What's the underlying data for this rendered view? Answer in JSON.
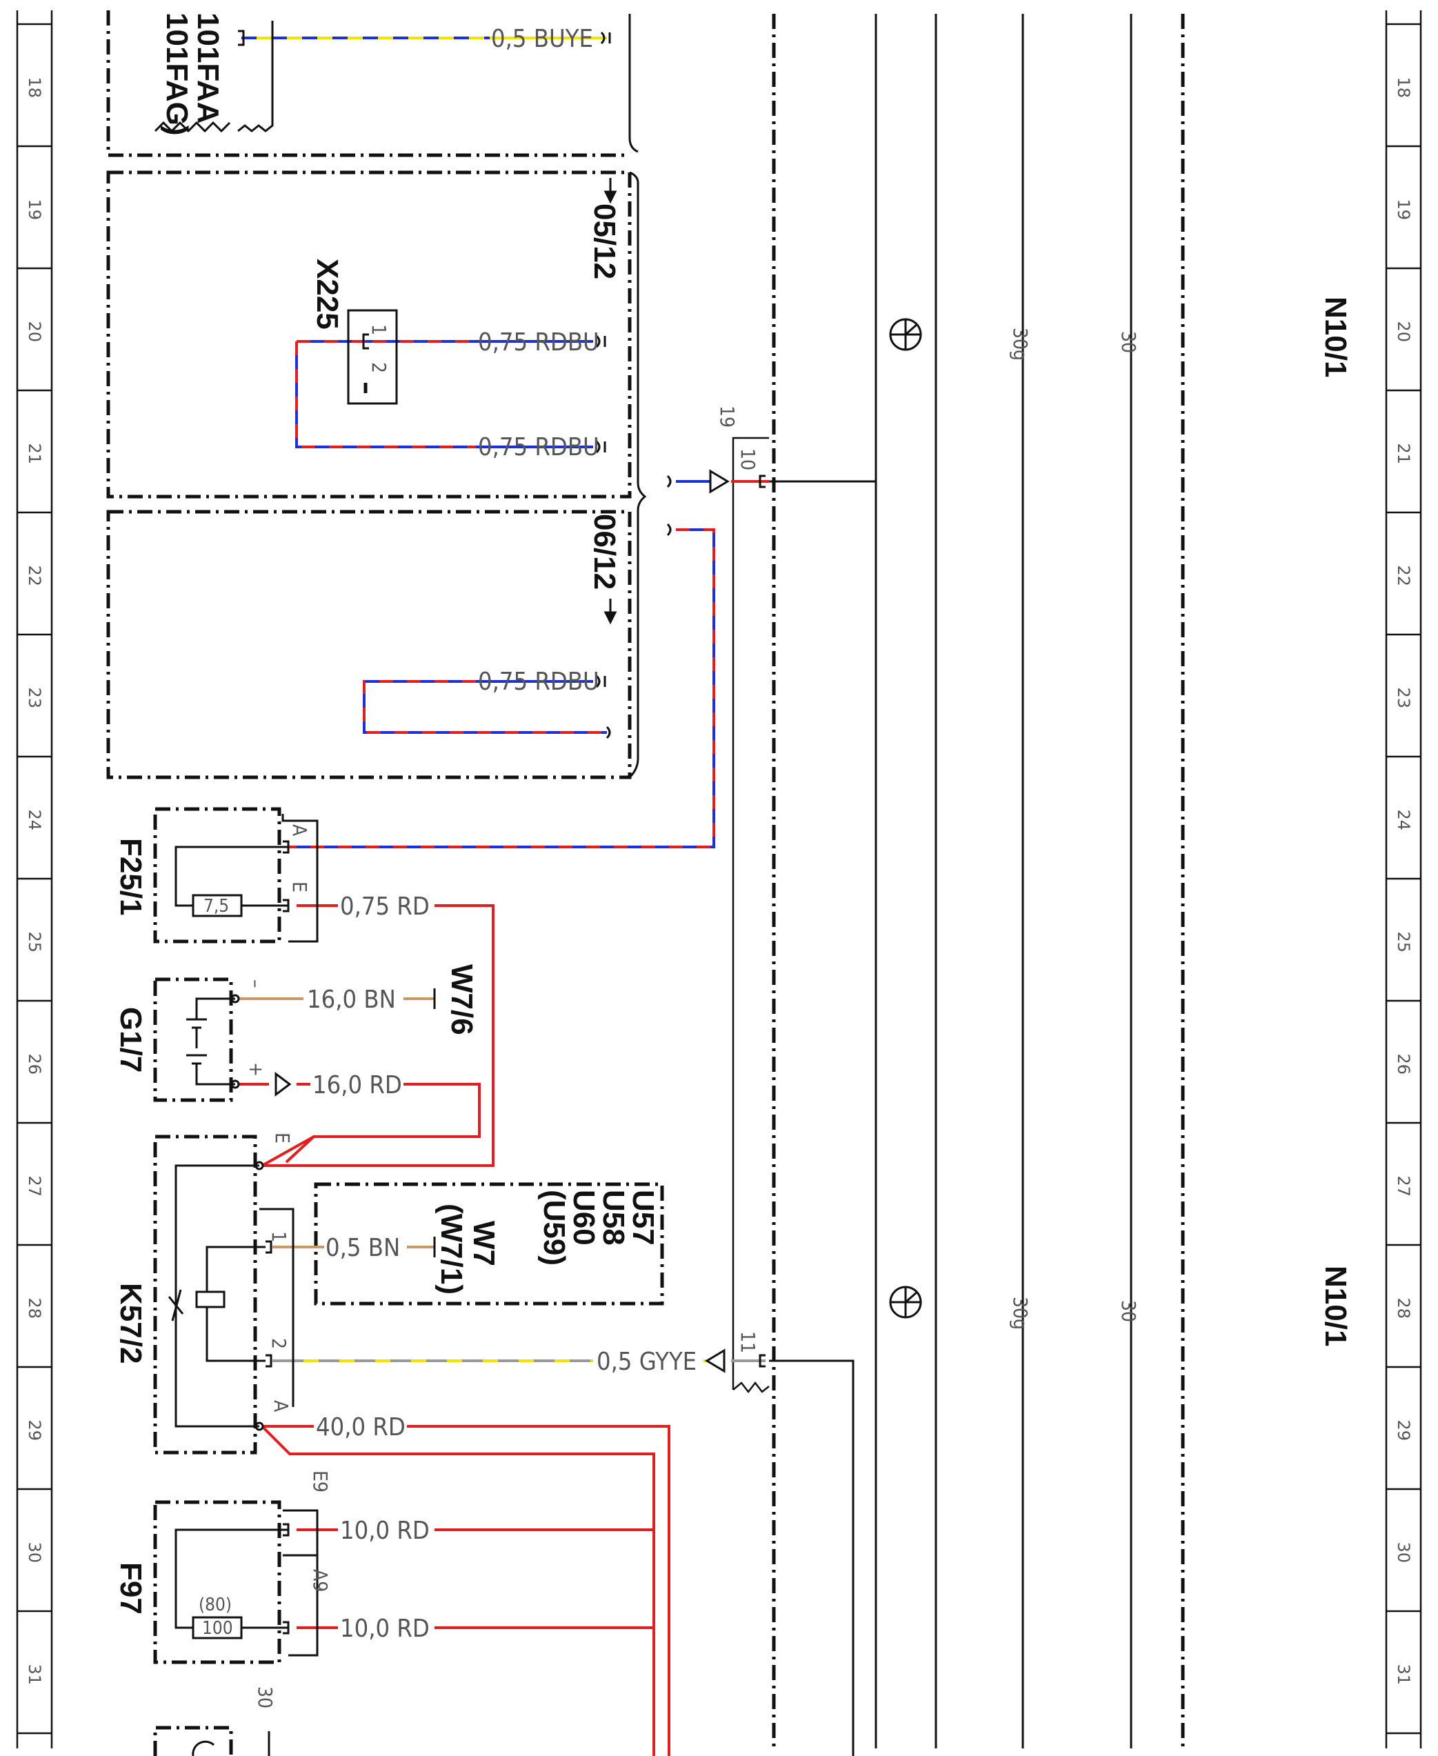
{
  "grid": {
    "rows": [
      "18",
      "19",
      "20",
      "21",
      "22",
      "23",
      "24",
      "25",
      "26",
      "27",
      "28",
      "29",
      "30",
      "31"
    ]
  },
  "modules": {
    "top": [
      "101FAA",
      "101FAG)"
    ],
    "x225": {
      "label": "X225",
      "pin1": "1",
      "pin2": "2"
    },
    "ref_05_12": "05/12",
    "ref_06_12": "06/12",
    "f25_1": {
      "label": "F25/1",
      "pinA": "A",
      "pinE": "E",
      "rating": "7,5"
    },
    "g1_7": {
      "label": "G1/7",
      "minus": "–",
      "plus": "+"
    },
    "k57_2": {
      "label": "K57/2",
      "pinE": "E",
      "pin1": "1",
      "pin2": "2",
      "pinA": "A"
    },
    "w7_group": [
      "W7",
      "(W7/1)"
    ],
    "u_group": [
      "U57",
      "U58",
      "U60",
      "(U59)"
    ],
    "w7_6": "W7/6",
    "f97": {
      "label": "F97",
      "pinE9": "E9",
      "pinA9": "A9",
      "rating": "100",
      "rating_alt": "(80)"
    },
    "bottom_pin": "30",
    "n10_1_upper": "N10/1",
    "n10_1_lower": "N10/1",
    "conn_19": "19",
    "pin10": "10",
    "pin11": "11"
  },
  "wires": {
    "buye": "0,5  BUYE",
    "rdbu_1": "0,75  RDBU",
    "rdbu_2": "0,75  RDBU",
    "rdbu_3": "0,75  RDBU",
    "rd_075": "0,75  RD",
    "bn_16": "16,0  BN",
    "rd_16": "16,0  RD",
    "bn_05": "0,5  BN",
    "gyye": "0,5  GYYE",
    "rd_40": "40,0  RD",
    "rd_10a": "10,0  RD",
    "rd_10b": "10,0  RD"
  },
  "bus": {
    "line30g_upper": "30g",
    "line30_upper": "30",
    "line30g_lower": "30g",
    "line30_lower": "30"
  },
  "colors": {
    "red": "#e02020",
    "blue": "#1f2fd8",
    "yellow": "#f2e400",
    "gray": "#9a9a9a",
    "brown": "#c89a6a",
    "black": "#111111"
  }
}
